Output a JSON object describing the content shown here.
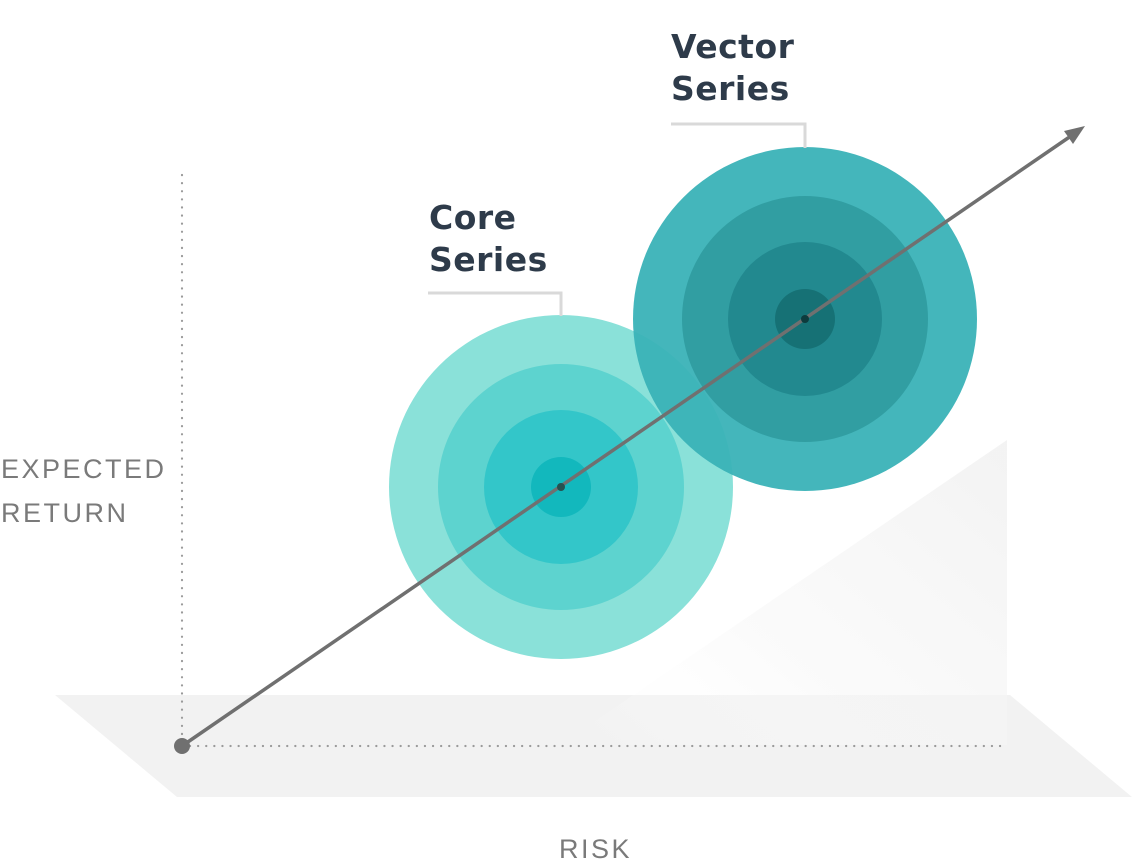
{
  "axes": {
    "y_label_line1": "EXPECTED",
    "y_label_line2": "RETURN",
    "x_label": "RISK"
  },
  "series": [
    {
      "line1": "Core",
      "line2": "Series",
      "ring_colors": [
        "#8ae1d9",
        "#5dd3cf",
        "#33c6c9",
        "#12b8bd"
      ]
    },
    {
      "line1": "Vector",
      "line2": "Series",
      "ring_colors": [
        "#3ab3b8",
        "#27999e",
        "#17838a",
        "#0a6a6e"
      ]
    }
  ],
  "colors": {
    "label_text": "#2e3b4a",
    "axis_text": "#7a7a7a",
    "arrow": "#707070",
    "floor": "#f2f2f2"
  }
}
